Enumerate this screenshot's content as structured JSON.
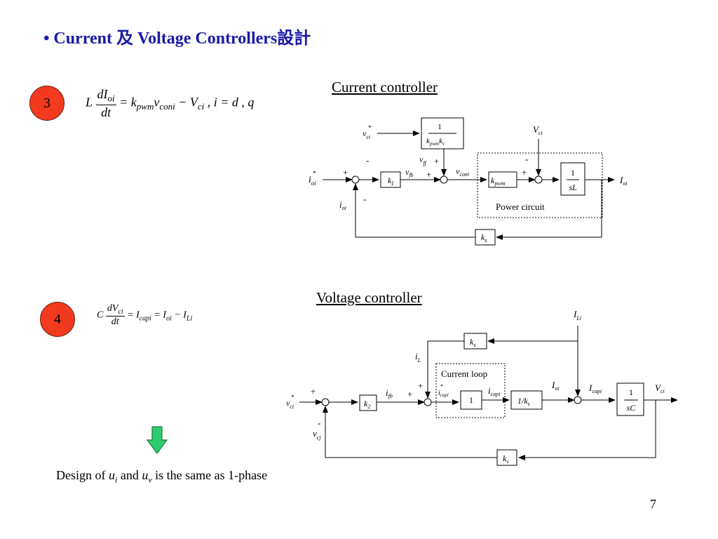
{
  "slide": {
    "title": "• Current 及 Voltage Controllers設計",
    "page_number": "7",
    "colors": {
      "title": "#1a1aa6",
      "badge": "#f23a1f",
      "arrow": "#2ecc71"
    }
  },
  "current_section": {
    "badge": "3",
    "equation": {
      "lhs_coef": "L",
      "frac_num": "dI",
      "frac_num_sub": "oi",
      "frac_den": "dt",
      "rhs": "= k",
      "rhs_sub1": "pwm",
      "rhs_v": "v",
      "rhs_sub2": "coni",
      "rhs_minus": " − V",
      "rhs_sub3": "ci",
      "rhs_tail": " , i = d , q"
    },
    "diagram_title": "Current controller",
    "labels": {
      "vci_star": "v",
      "vci_star_sub": "ci",
      "ff_num": "1",
      "ff_den": "k",
      "ff_den_sub1": "pwm",
      "ff_den_k2": "k",
      "ff_den_sub2": "v",
      "vff": "v",
      "vff_sub": "ff",
      "plus": "+",
      "minus": "-",
      "ioi_star": "i",
      "ioi_star_sub": "oi",
      "ki": "k",
      "ki_sub": "I",
      "vfb": "v",
      "vfb_sub": "fb",
      "vconi": "v",
      "vconi_sub": "coni",
      "kpwm": "k",
      "kpwm_sub": "pwm",
      "vci": "V",
      "vci_sub": "ci",
      "plant_num": "1",
      "plant_den": "sL",
      "ioi_out": "I",
      "ioi_out_sub": "oi",
      "ioi_fb": "i",
      "ioi_fb_sub": "oi",
      "power_circuit": "Power circuit",
      "ks": "k",
      "ks_sub": "s"
    }
  },
  "voltage_section": {
    "badge": "4",
    "equation": {
      "lhs_coef": "C",
      "frac_num": "dV",
      "frac_num_sub": "ci",
      "frac_den": "dt",
      "rhs1": "= I",
      "rhs1_sub": "capi",
      "rhs2": " = I",
      "rhs2_sub": "oi",
      "rhs3": " − I",
      "rhs3_sub": "Li"
    },
    "diagram_title": "Voltage controller",
    "labels": {
      "ili": "I",
      "ili_sub": "Li",
      "ks": "k",
      "ks_sub": "s",
      "il": "i",
      "il_sub": "L",
      "current_loop": "Current loop",
      "plus": "+",
      "minus": "-",
      "icapi_star": "i",
      "icapi_star_sub": "capi",
      "ifb": "i",
      "ifb_sub": "fb",
      "vci_star": "v",
      "vci_star_sub": "ci",
      "k2": "k",
      "k2_sub": "2",
      "one": "1",
      "icapi": "i",
      "icapi_sub": "capi",
      "inv_ks": "1/k",
      "inv_ks_sub": "s",
      "ioi": "I",
      "ioi_sub": "oi",
      "icapi_big": "I",
      "icapi_big_sub": "capi",
      "plant_num": "1",
      "plant_den": "sC",
      "vci_out": "V",
      "vci_out_sub": "ci",
      "vcj": "v",
      "vcj_sub": "cj",
      "kv": "k",
      "kv_sub": "v"
    }
  },
  "footer_note": {
    "prefix": "Design of ",
    "u1": "u",
    "u1_sub": "i",
    "middle": " and ",
    "u2": "u",
    "u2_sub": "v",
    "suffix": " is the same as 1-phase"
  }
}
